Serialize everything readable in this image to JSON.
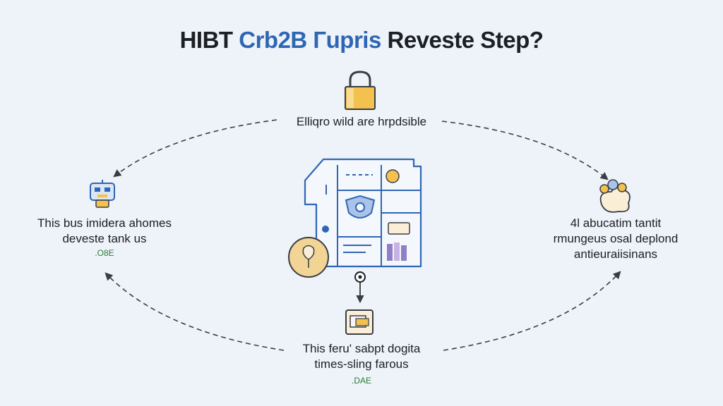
{
  "title": {
    "part1": "HIBT ",
    "part2": "Crb2B Гupris",
    "part3": " Reveste Step?"
  },
  "nodes": {
    "top": {
      "label": "Elliqro wild are hrpdsible",
      "icon": "padlock-icon"
    },
    "left": {
      "line1": "This bus imidera ahomes",
      "line2": "deveste tank us",
      "code": ".O8E",
      "icon": "robot-icon"
    },
    "right": {
      "line1": "4l abucatim tantit",
      "line2": "rmungeus osal deplond",
      "line3": "antieuraiisinans",
      "icon": "people-group-icon"
    },
    "bottom": {
      "line1": "This feru' sabpt dogita",
      "line2": "times-sling farous",
      "code": ".DAE",
      "icon": "document-box-icon"
    },
    "center": {
      "icon": "digital-wallet-icon"
    }
  },
  "colors": {
    "accent": "#2f66b3",
    "line": "#3a3d44",
    "gold": "#f2c14e",
    "background": "#eef3fa",
    "code": "#2d7a3a"
  }
}
